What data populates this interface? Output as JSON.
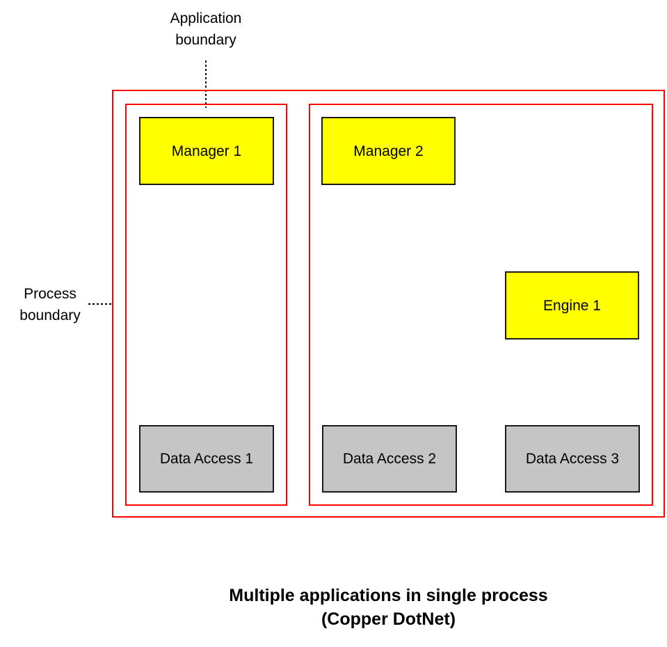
{
  "labels": {
    "application_boundary": "Application boundary",
    "process_boundary": "Process boundary"
  },
  "nodes": [
    {
      "label": "Manager 1",
      "kind": "manager"
    },
    {
      "label": "Manager 2",
      "kind": "manager"
    },
    {
      "label": "Engine 1",
      "kind": "engine"
    },
    {
      "label": "Data Access 1",
      "kind": "data-access"
    },
    {
      "label": "Data Access 2",
      "kind": "data-access"
    },
    {
      "label": "Data Access 3",
      "kind": "data-access"
    }
  ],
  "caption": {
    "line1": "Multiple applications in single process",
    "line2": "(Copper DotNet)"
  },
  "colors": {
    "boundary-red": "#FF0000",
    "node-yellow": "#FFFF00",
    "node-gray": "#C5C5C5",
    "node-border": "#1A1A1A",
    "text-black": "#000000"
  }
}
